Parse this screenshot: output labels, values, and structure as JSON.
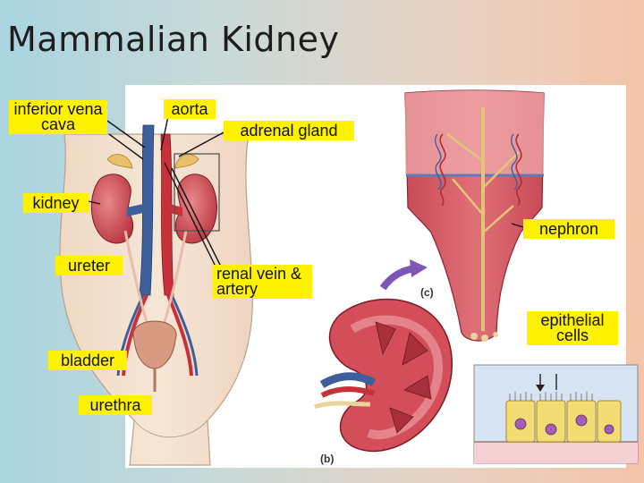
{
  "slide": {
    "title": "Mammalian Kidney"
  },
  "labels": {
    "inferior_vena_cava": "inferior vena cava",
    "aorta": "aorta",
    "adrenal_gland": "adrenal gland",
    "kidney": "kidney",
    "nephron": "nephron",
    "ureter": "ureter",
    "renal_vein_artery": "renal vein & artery",
    "epithelial_cells": "epithelial cells",
    "bladder": "bladder",
    "urethra": "urethra"
  },
  "figure_letters": {
    "b": "(b)",
    "c": "(c)"
  },
  "colors": {
    "label_bg": "#fff200",
    "kidney_red": "#c5424a",
    "vein_blue": "#3d5f9c",
    "artery_red": "#c8303a",
    "tissue_pink": "#e49296",
    "epithelium_yellow": "#f4dc74"
  }
}
